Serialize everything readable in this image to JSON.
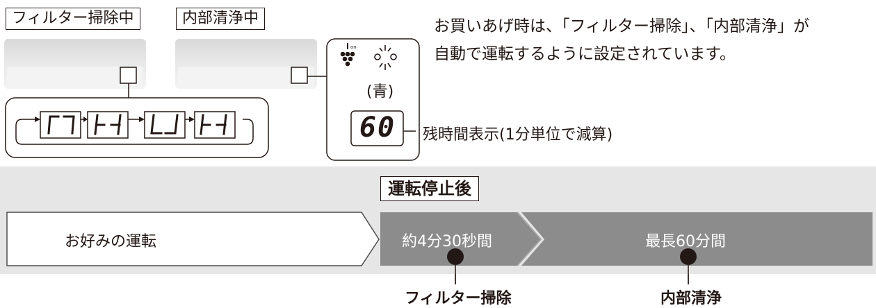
{
  "labels": {
    "filter_cleaning_running": "フィルター掃除中",
    "internal_cleaning_running": "内部清浄中"
  },
  "description": {
    "line1": "お買いあげ時は、「フィルター掃除」、「内部清浄」が",
    "line2": "自動で運転するように設定されています。"
  },
  "panel": {
    "ion_text": "Ion",
    "blue_label": "(青)",
    "display_value": "60",
    "remaining_caption": "残時間表示(1分単位で減算)"
  },
  "sequence_display_segments": [
    "┌┐",
    "├┤",
    "└┘",
    "├┤"
  ],
  "timeline": {
    "after_stop_label": "運転停止後",
    "phase1": "お好みの運転",
    "phase2": "約4分30秒間",
    "phase3": "最長60分間",
    "marker1_label": "フィルター掃除",
    "marker2_label": "内部清浄"
  },
  "colors": {
    "band": "#e6e6e6",
    "phase_dark": "#8c8c8c",
    "ink": "#231815"
  }
}
